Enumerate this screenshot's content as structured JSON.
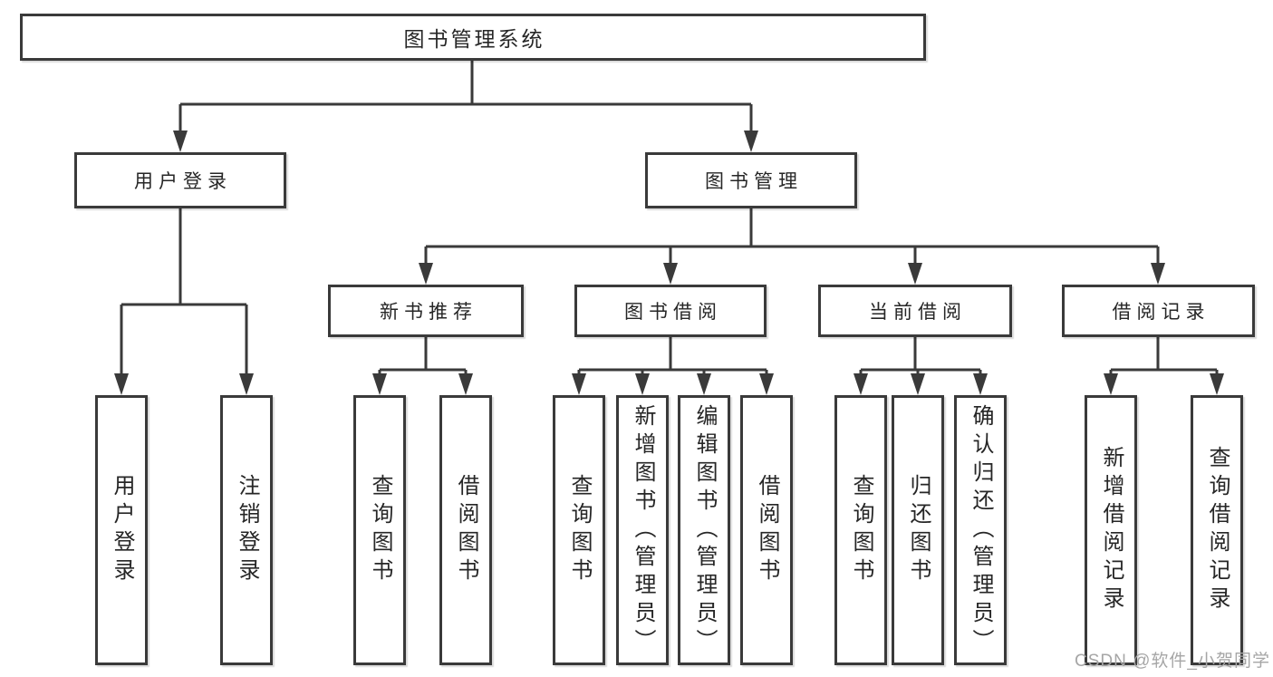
{
  "diagram": {
    "title": "图书管理系统",
    "root": {
      "label": "图书管理系统"
    },
    "branches": [
      {
        "label": "用户登录"
      },
      {
        "label": "图书管理"
      }
    ],
    "sections": [
      {
        "label": "新书推荐"
      },
      {
        "label": "图书借阅"
      },
      {
        "label": "当前借阅"
      },
      {
        "label": "借阅记录"
      }
    ],
    "leaves": [
      {
        "label": "用户登录"
      },
      {
        "label": "注销登录"
      },
      {
        "label": "查询图书"
      },
      {
        "label": "借阅图书"
      },
      {
        "label": "查询图书"
      },
      {
        "label": "新增图书（管理员）"
      },
      {
        "label": "编辑图书（管理员）"
      },
      {
        "label": "借阅图书"
      },
      {
        "label": "查询图书"
      },
      {
        "label": "归还图书"
      },
      {
        "label": "确认归还（管理员）"
      },
      {
        "label": "新增借阅记录"
      },
      {
        "label": "查询借阅记录"
      }
    ]
  },
  "watermark": {
    "text": "CSDN @软件_小贺同学"
  },
  "colors": {
    "line": "#3a3a3a",
    "text": "#262626",
    "watermark": "#a6a6a6",
    "background": "#ffffff"
  }
}
